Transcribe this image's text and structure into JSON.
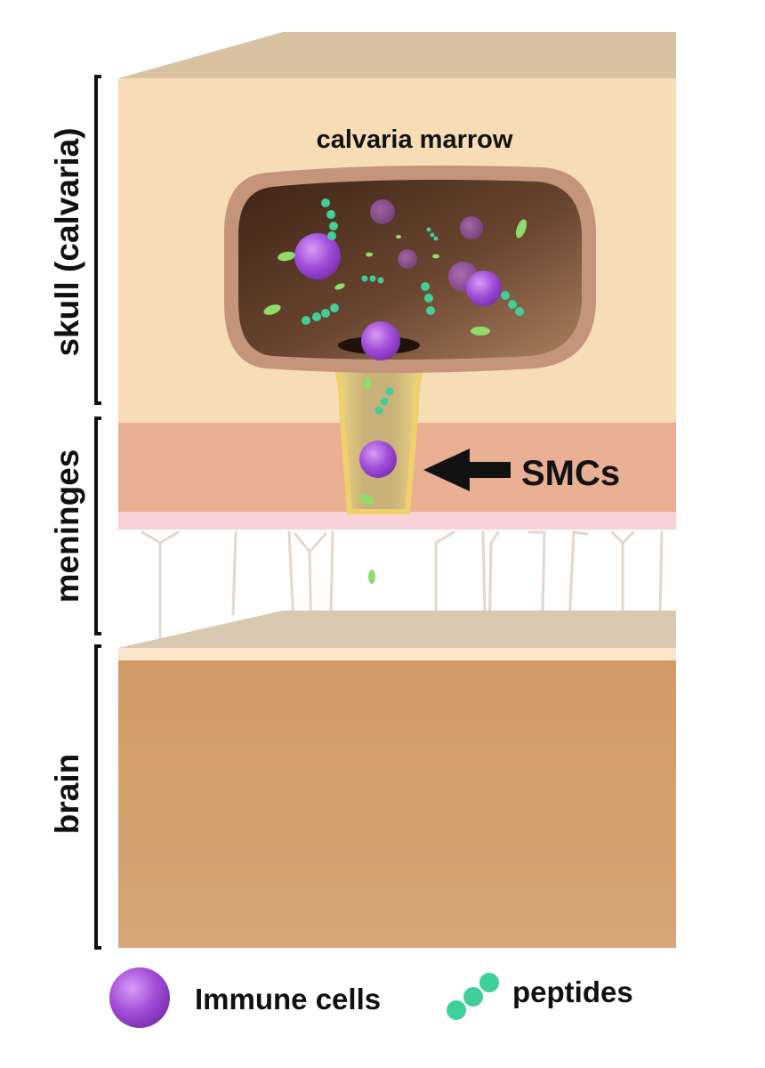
{
  "labels": {
    "skull": "skull (calvaria)",
    "meninges": "meninges",
    "brain": "brain",
    "marrow": "calvaria marrow",
    "smcs": "SMCs"
  },
  "legend": {
    "immune_cells": "Immune cells",
    "peptides": "peptides"
  },
  "colors": {
    "skull_front": "#f7ddb6",
    "skull_top": "#d8c2a2",
    "marrow_rim": "#c4957a",
    "marrow_dark": "#4a2e1e",
    "channel": "#f2d275",
    "meninges": "#e8af93",
    "arachnoid_line": "#f8d2d8",
    "brain": "#d4a16f",
    "immune_cell": "#a24fd8",
    "peptide": "#3fcf99",
    "vesicle": "#8fdc6a"
  }
}
